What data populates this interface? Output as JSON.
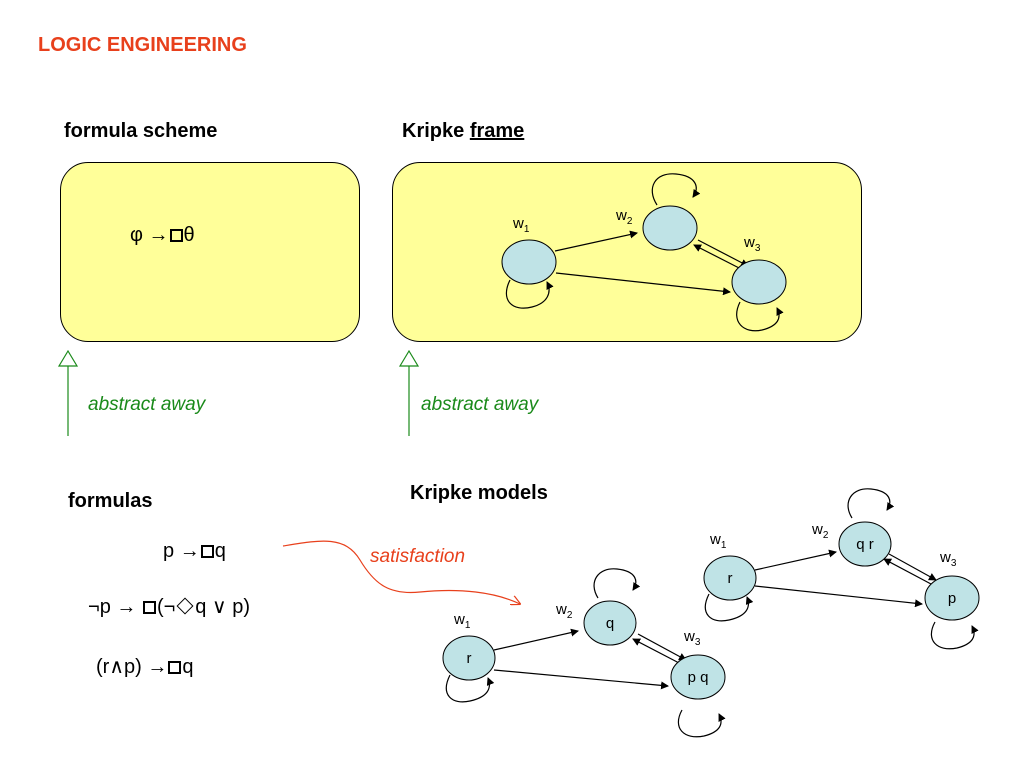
{
  "title": "LOGIC ENGINEERING",
  "formula_scheme": {
    "heading": "formula scheme",
    "formula": {
      "a": "φ",
      "arrow": "→",
      "b": "θ"
    }
  },
  "kripke_frame": {
    "heading_prefix": "Kripke ",
    "heading_underlined": "frame",
    "worlds": [
      {
        "name": "w",
        "sub": "1"
      },
      {
        "name": "w",
        "sub": "2"
      },
      {
        "name": "w",
        "sub": "3"
      }
    ]
  },
  "abstract_labels": [
    "abstract away",
    "abstract away"
  ],
  "formulas": {
    "heading": "formulas",
    "f1": {
      "p": "p",
      "arrow": "→",
      "q": "q"
    },
    "f2": {
      "neg": "¬",
      "p": "p",
      "arrow": "→",
      "open": "(",
      "neg2": "¬",
      "q": "q",
      "or": "∨",
      "p2": "p",
      "close": ")"
    },
    "f3": {
      "open": "(",
      "r": "r",
      "and": "∧",
      "p": "p",
      "close": ")",
      "arrow": "→",
      "q": "q"
    }
  },
  "satisfaction_label": "satisfaction",
  "kripke_models": {
    "heading": "Kripke models",
    "model_1": {
      "w1": {
        "name": "w",
        "sub": "1",
        "value": "r"
      },
      "w2": {
        "name": "w",
        "sub": "2",
        "value": "q"
      },
      "w3": {
        "name": "w",
        "sub": "3",
        "value": "p q"
      }
    },
    "model_2": {
      "w1": {
        "name": "w",
        "sub": "1",
        "value": "r"
      },
      "w2": {
        "name": "w",
        "sub": "2",
        "value": "q r"
      },
      "w3": {
        "name": "w",
        "sub": "3",
        "value": "p"
      }
    }
  },
  "colors": {
    "title": "#e8401c",
    "box_fill": "#ffff99",
    "node_fill": "#bfe3e6",
    "abstract_arrow": "#1a8a1a",
    "satisfaction_arrow": "#e8401c"
  }
}
